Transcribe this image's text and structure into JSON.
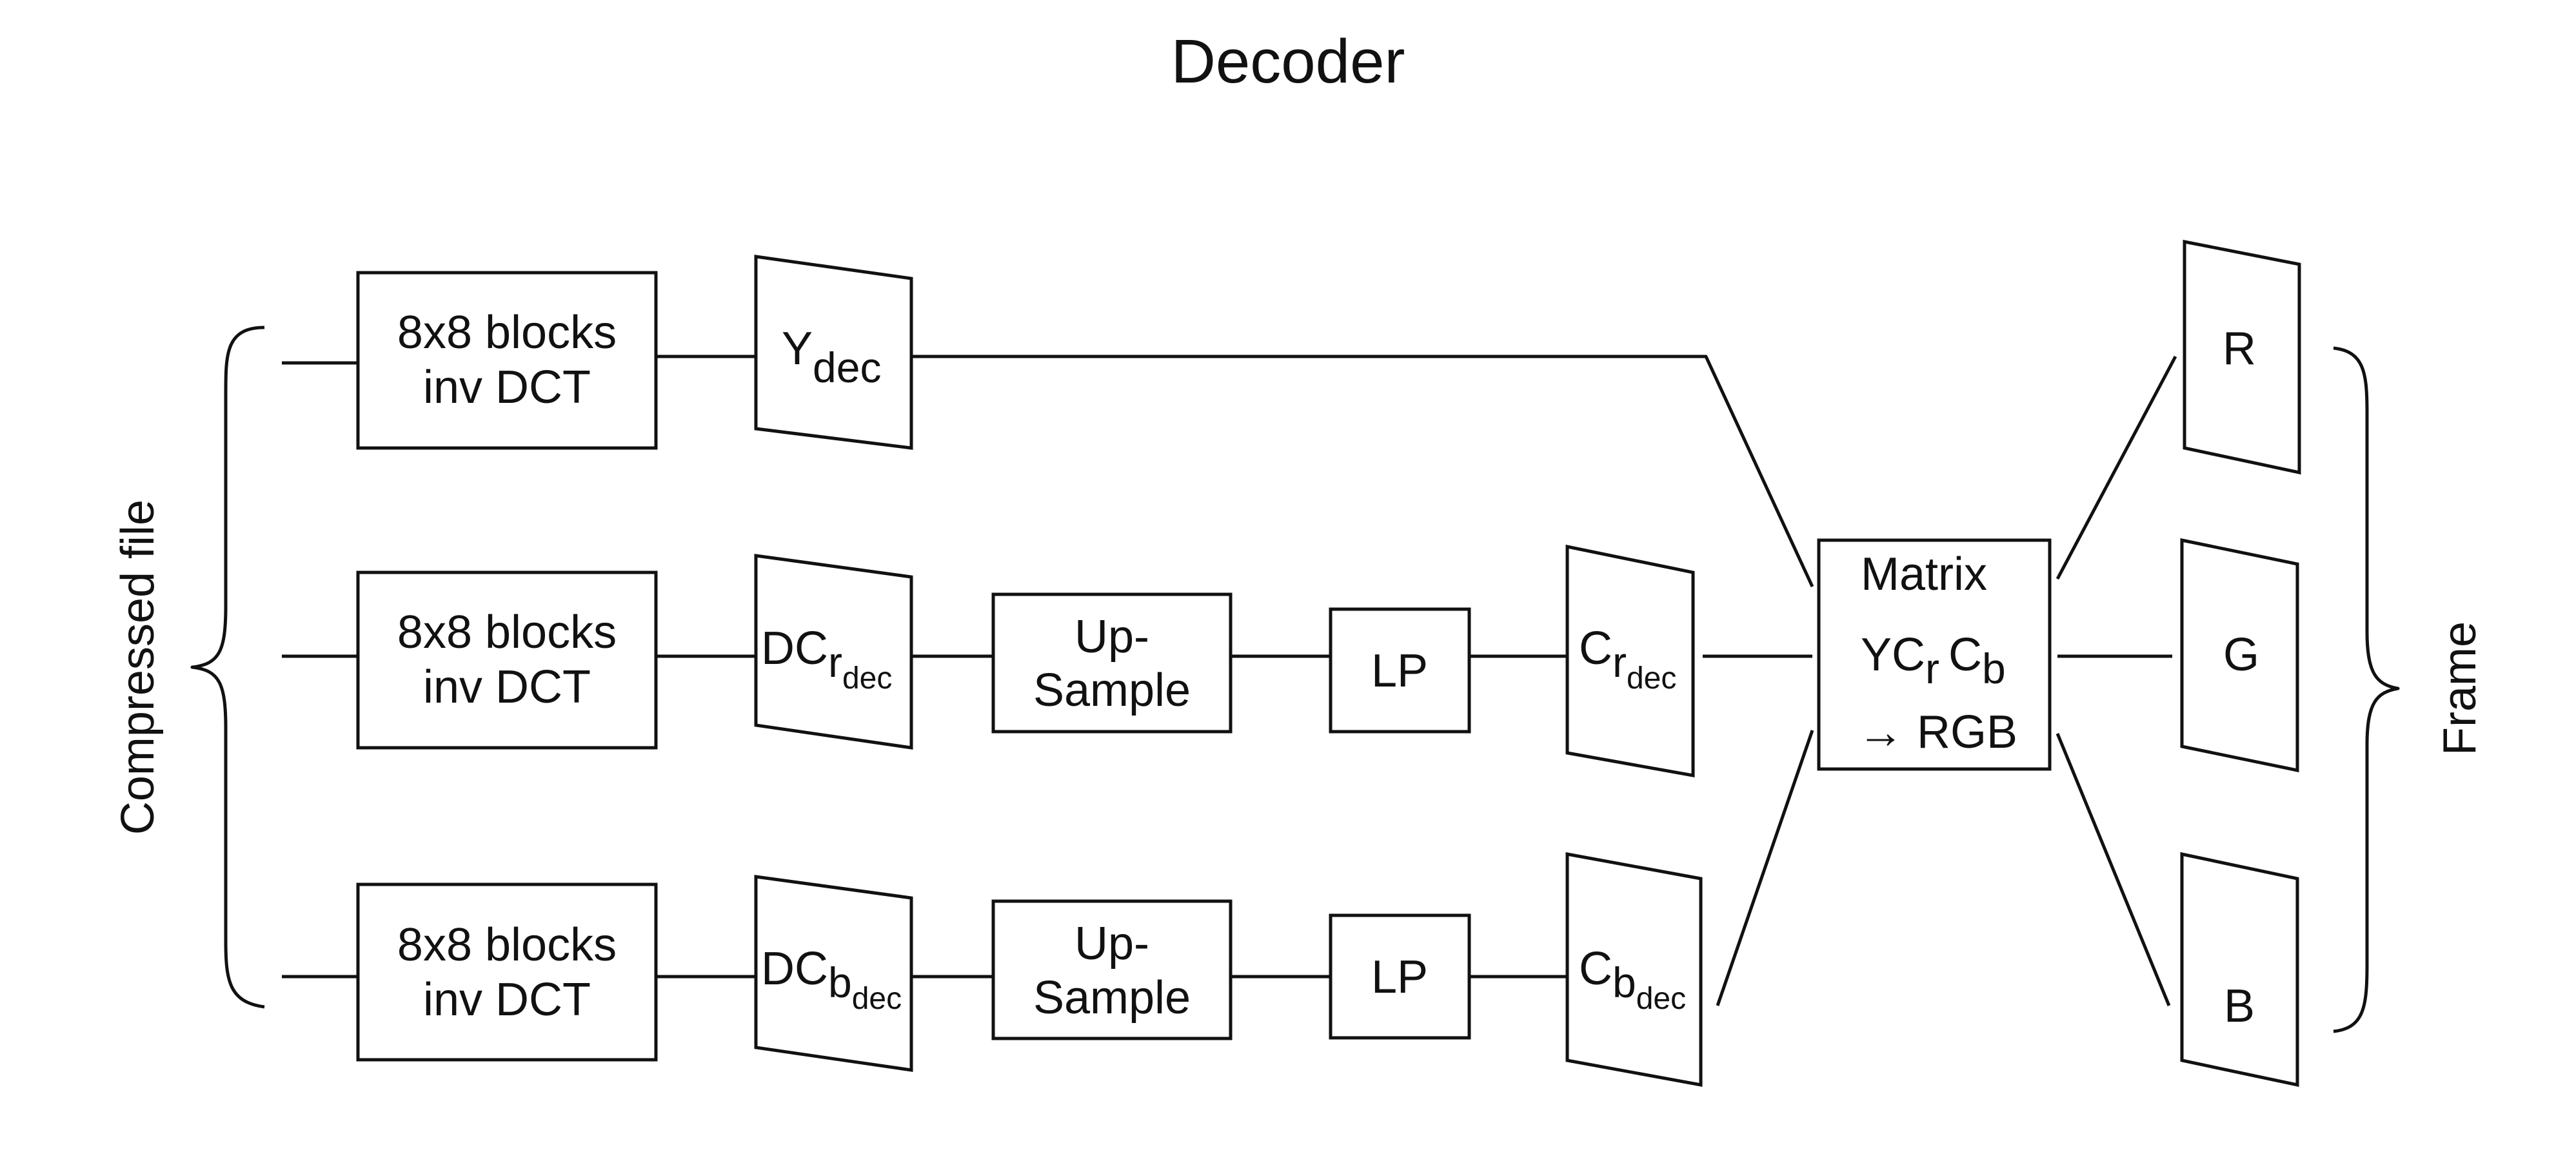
{
  "title": "Decoder",
  "input_label": "Compressed file",
  "output_label": "Frame",
  "rows": [
    {
      "block_line1": "8x8 blocks",
      "block_line2": "inv DCT",
      "channel_main": "Y",
      "channel_sub": "dec"
    },
    {
      "block_line1": "8x8 blocks",
      "block_line2": "inv DCT",
      "channel_main": "DC",
      "channel_sub": "r",
      "channel_subsub": "dec",
      "upsample_line1": "Up-",
      "upsample_line2": "Sample",
      "filter": "LP",
      "out_main": "C",
      "out_sub": "r",
      "out_subsub": "dec"
    },
    {
      "block_line1": "8x8 blocks",
      "block_line2": "inv DCT",
      "channel_main": "DC",
      "channel_sub": "b",
      "channel_subsub": "dec",
      "upsample_line1": "Up-",
      "upsample_line2": "Sample",
      "filter": "LP",
      "out_main": "C",
      "out_sub": "b",
      "out_subsub": "dec"
    }
  ],
  "matrix": {
    "line1": "Matrix",
    "line2_a": "YC",
    "line2_r": "r",
    "line2_c": "C",
    "line2_b": "b",
    "line3": "→ RGB"
  },
  "outputs": [
    "R",
    "G",
    "B"
  ]
}
